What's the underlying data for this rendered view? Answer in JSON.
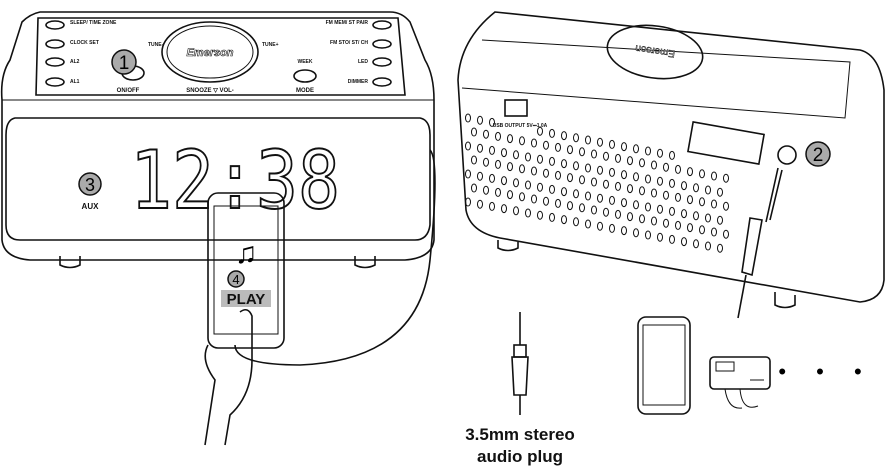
{
  "front_clock": {
    "brand": "Emerson",
    "display_time": "12:38",
    "buttons_left": [
      "SLEEP/ TIME ZONE",
      "CLOCK SET",
      "AL2",
      "AL1"
    ],
    "buttons_right": [
      "FM MEM/ ST PAIR",
      "FM STO/ ST/ CH",
      "LED",
      "DIMMER"
    ],
    "on_off": "ON/OFF",
    "tune_minus": "TUNE-",
    "tune_plus": "TUNE+",
    "snooze_vol": "SNOOZE ▽ VOL-",
    "week": "WEEK",
    "mode": "MODE",
    "aux_label": "AUX"
  },
  "phone": {
    "play_label": "PLAY",
    "icon": "music-note-icon"
  },
  "rear_clock": {
    "usb_label": "USB OUTPUT 5V⎓1.0A"
  },
  "steps": [
    "1",
    "2",
    "3",
    "4"
  ],
  "plug_caption": {
    "line1": "3.5mm stereo",
    "line2": "audio plug"
  },
  "devices": {
    "ellipsis": "• • •"
  }
}
